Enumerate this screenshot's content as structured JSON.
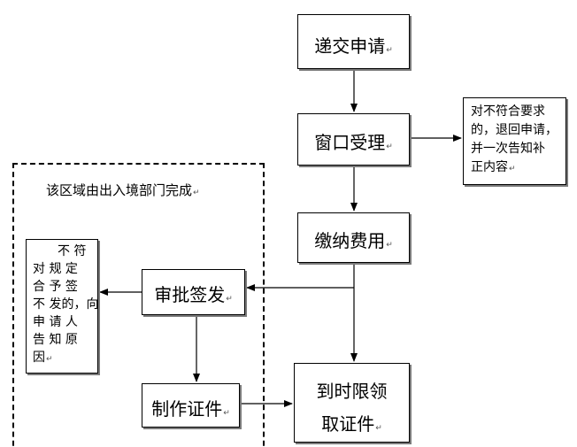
{
  "flowchart": {
    "submit": "递交申请",
    "accept": "窗口受理",
    "reject_note": [
      "对不符合要求",
      "的，退回申请，",
      "并一次告知补",
      "正内容"
    ],
    "fee": "缴纳费用",
    "approve": "审批签发",
    "not_approved_note": [
      "不 符",
      "对 规 定",
      "合 予 签",
      "不 发的，向",
      "申 请 人",
      "告 知 原",
      "因"
    ],
    "make_certificate": "制作证件",
    "collect": [
      "到时限领",
      "取证件"
    ],
    "region_label": "该区域由出入境部门完成",
    "paragraph_mark": "↵"
  }
}
